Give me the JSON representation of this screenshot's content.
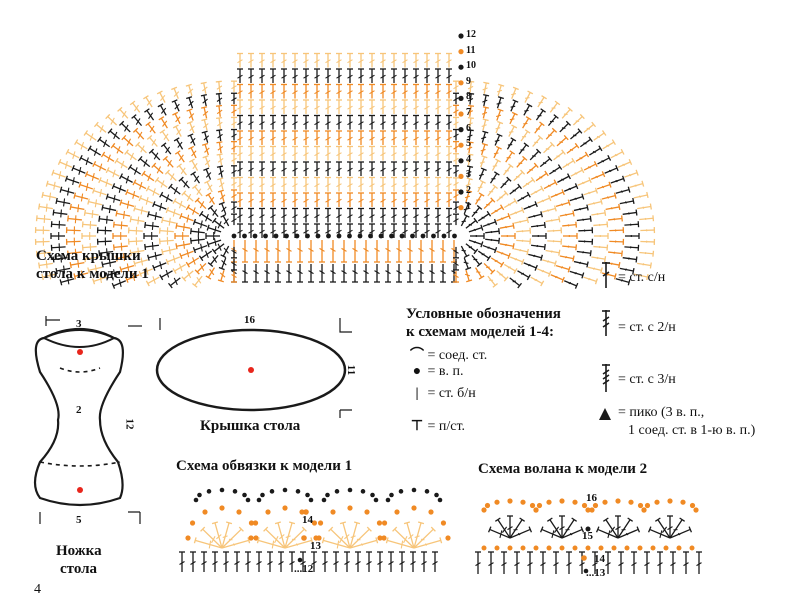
{
  "colors": {
    "ink": "#1a1a1a",
    "orange": "#f08a24",
    "light_orange": "#f7c57a",
    "red_dot": "#e8261c",
    "gray": "#555555"
  },
  "lid_scheme": {
    "title_line1": "Схема крышки",
    "title_line2": "стола к модели 1",
    "row_numbers": [
      "12",
      "11",
      "10",
      "9",
      "8",
      "7",
      "6",
      "5",
      "4",
      "3",
      "2",
      "1"
    ]
  },
  "leg": {
    "top_number": "3",
    "middle_number": "2",
    "bottom_number": "5",
    "side_number": "12",
    "caption_line1": "Ножка",
    "caption_line2": "стола"
  },
  "table_top": {
    "top_number": "16",
    "side_number": "11",
    "caption": "Крышка стола"
  },
  "legend": {
    "title_line1": "Условные обозначения",
    "title_line2": "к схемам моделей 1-4:",
    "items_left": [
      {
        "symbol": "slip-stitch-icon",
        "glyph": "⌒",
        "text": "= соед. ст."
      },
      {
        "symbol": "chain-icon",
        "glyph": "●",
        "text": "= в. п."
      },
      {
        "symbol": "sc-icon",
        "glyph": "|",
        "text": "= ст. б/н"
      },
      {
        "symbol": "hdc-icon",
        "glyph": "⊤",
        "text": "= п/ст."
      }
    ],
    "items_right": [
      {
        "symbol": "dc-icon",
        "text": "= ст. с/н"
      },
      {
        "symbol": "tr-icon",
        "text": "= ст. с 2/н"
      },
      {
        "symbol": "dtr-icon",
        "text": "= ст. с 3/н"
      },
      {
        "symbol": "picot-icon",
        "text": "= пико (3 в. п.,",
        "text2": "1 соед. ст. в 1-ю в. п.)"
      }
    ]
  },
  "edging_scheme": {
    "title": "Схема обвязки к модели 1",
    "row_numbers": [
      "14",
      "13",
      "...12"
    ]
  },
  "ruffle_scheme": {
    "title": "Схема волана к модели 2",
    "row_numbers": [
      "16",
      "15",
      "14",
      "...13"
    ]
  },
  "page_number": "4"
}
